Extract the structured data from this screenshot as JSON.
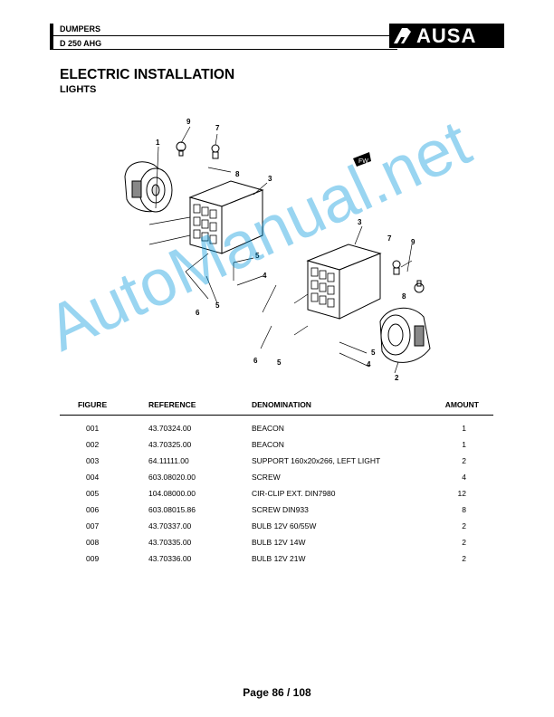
{
  "header": {
    "line1": "DUMPERS",
    "line2": "D 250 AHG",
    "logo": "AUSA"
  },
  "title": "ELECTRIC INSTALLATION",
  "subtitle": "LIGHTS",
  "diagram_labels": [
    "1",
    "9",
    "7",
    "8",
    "3",
    "5",
    "4",
    "6",
    "5",
    "3",
    "7",
    "9",
    "8",
    "5",
    "4",
    "6",
    "5",
    "2"
  ],
  "watermark": "AutoManual.net",
  "table": {
    "headers": [
      "FIGURE",
      "REFERENCE",
      "DENOMINATION",
      "AMOUNT"
    ],
    "rows": [
      [
        "001",
        "43.70324.00",
        "BEACON",
        "1"
      ],
      [
        "002",
        "43.70325.00",
        "BEACON",
        "1"
      ],
      [
        "003",
        "64.11111.00",
        "SUPPORT 160x20x266, LEFT LIGHT",
        "2"
      ],
      [
        "004",
        "603.08020.00",
        "SCREW",
        "4"
      ],
      [
        "005",
        "104.08000.00",
        "CIR-CLIP EXT. DIN7980",
        "12"
      ],
      [
        "006",
        "603.08015.86",
        "SCREW DIN933",
        "8"
      ],
      [
        "007",
        "43.70337.00",
        "BULB 12V 60/55W",
        "2"
      ],
      [
        "008",
        "43.70335.00",
        "BULB 12V 14W",
        "2"
      ],
      [
        "009",
        "43.70336.00",
        "BULB 12V 21W",
        "2"
      ]
    ]
  },
  "footer": "Page 86 / 108"
}
